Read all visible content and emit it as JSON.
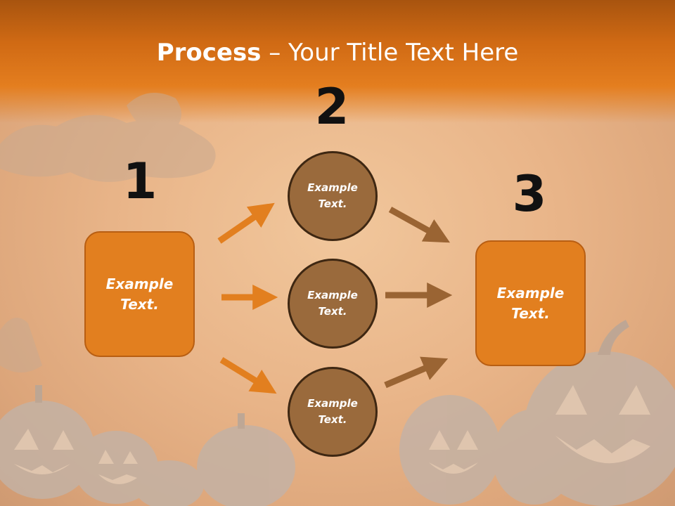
{
  "title": {
    "bold": "Process",
    "rest": " – Your Title Text Here"
  },
  "steps": [
    {
      "number": "1",
      "text": "Example Text."
    },
    {
      "number": "2",
      "items": [
        "Example Text.",
        "Example Text.",
        "Example Text."
      ]
    },
    {
      "number": "3",
      "text": "Example Text."
    }
  ],
  "colors": {
    "header": "#e47e1f",
    "box_fill": "#e27f1f",
    "box_border": "#b85e12",
    "circle_fill": "#9a6a3c",
    "circle_border": "#3e2712",
    "arrow_left": "#e27f1f",
    "arrow_right": "#9a6433"
  }
}
